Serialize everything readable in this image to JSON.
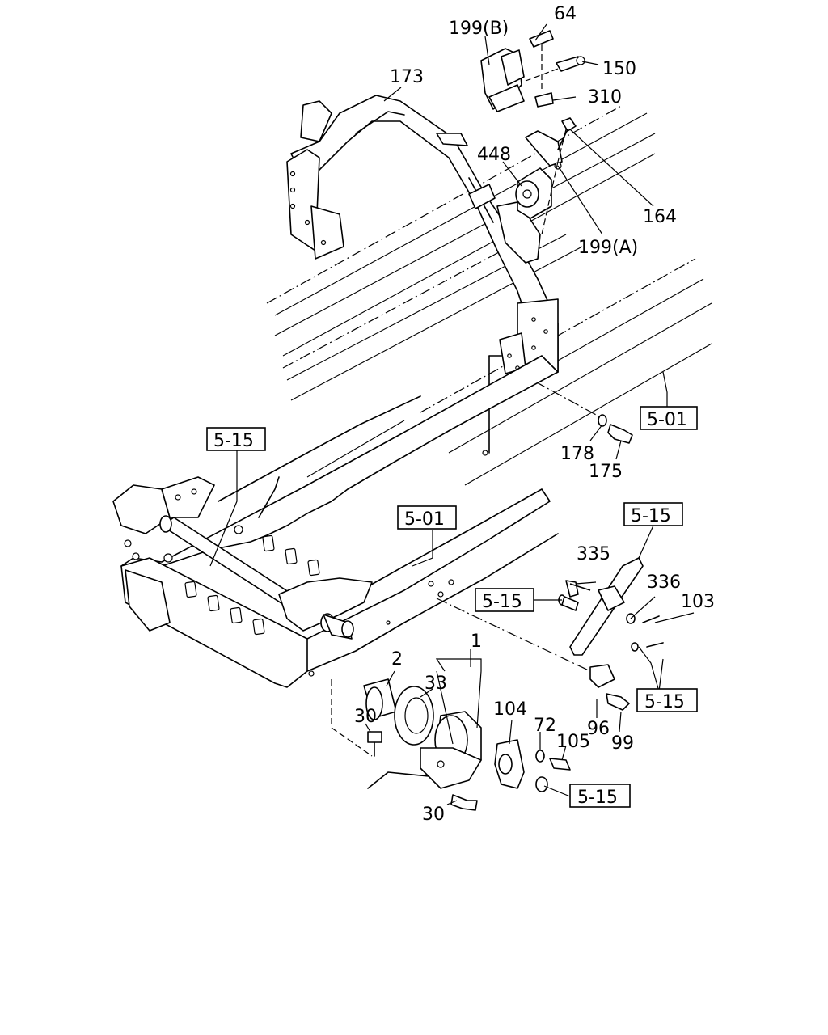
{
  "diagram": {
    "callouts": {
      "p64": "64",
      "p199b": "199(B)",
      "p150": "150",
      "p310": "310",
      "p173": "173",
      "p448": "448",
      "p164": "164",
      "p199a": "199(A)",
      "p178": "178",
      "p175": "175",
      "p335": "335",
      "p336": "336",
      "p103": "103",
      "p1": "1",
      "p2": "2",
      "p33": "33",
      "p30a": "30",
      "p30b": "30",
      "p104": "104",
      "p72": "72",
      "p105": "105",
      "p96": "96",
      "p99": "99"
    },
    "refs": {
      "r501_right": "5-01",
      "r515_left": "5-15",
      "r501_mid": "5-01",
      "r515_topright": "5-15",
      "r515_mid": "5-15",
      "r515_right": "5-15",
      "r515_bottom": "5-15"
    }
  }
}
